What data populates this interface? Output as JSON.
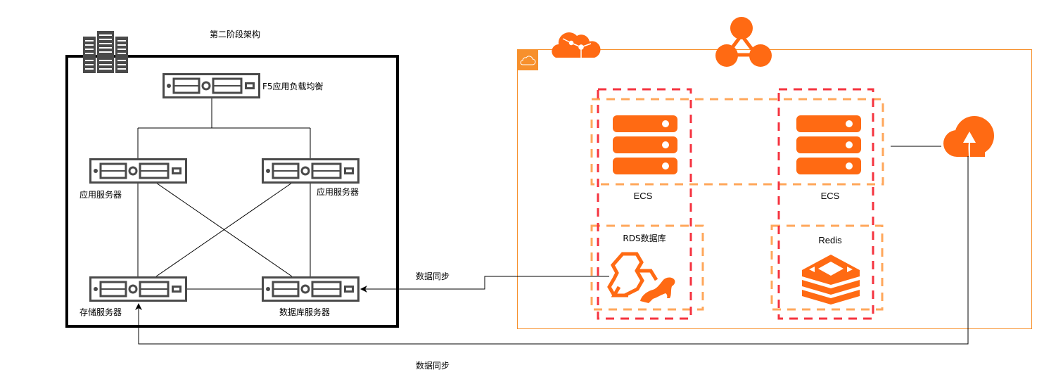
{
  "title": "第二阶段架构",
  "colors": {
    "orange": "#FF6A13",
    "orange_border": "#F7902C",
    "red_dash": "#F5333F",
    "orange_dash": "#FFA75B",
    "device": "#4A4A4A",
    "line": "#000000"
  },
  "onprem": {
    "icon": "datacenter-icon",
    "nodes": {
      "f5": {
        "label": "F5应用负载均衡",
        "icon": "server-device-icon"
      },
      "app1": {
        "label": "应用服务器",
        "icon": "server-device-icon"
      },
      "app2": {
        "label": "应用服务器",
        "icon": "server-device-icon"
      },
      "storage": {
        "label": "存储服务器",
        "icon": "server-device-icon"
      },
      "database": {
        "label": "数据库服务器",
        "icon": "server-device-icon"
      }
    }
  },
  "cloud": {
    "group_icon": "cloud-outline-icon",
    "top_icons": [
      "cloud-network-icon",
      "topology-icon"
    ],
    "ecs1": {
      "label": "ECS",
      "icon": "ecs-server-icon"
    },
    "ecs2": {
      "label": "ECS",
      "icon": "ecs-server-icon"
    },
    "rds": {
      "label": "RDS数据库",
      "icon": "rds-mariadb-icon"
    },
    "redis": {
      "label": "Redis",
      "icon": "redis-icon"
    },
    "oss_icon": "cloud-upload-icon"
  },
  "edges": {
    "sync_db": {
      "label": "数据同步"
    },
    "sync_storage": {
      "label": "数据同步"
    }
  }
}
